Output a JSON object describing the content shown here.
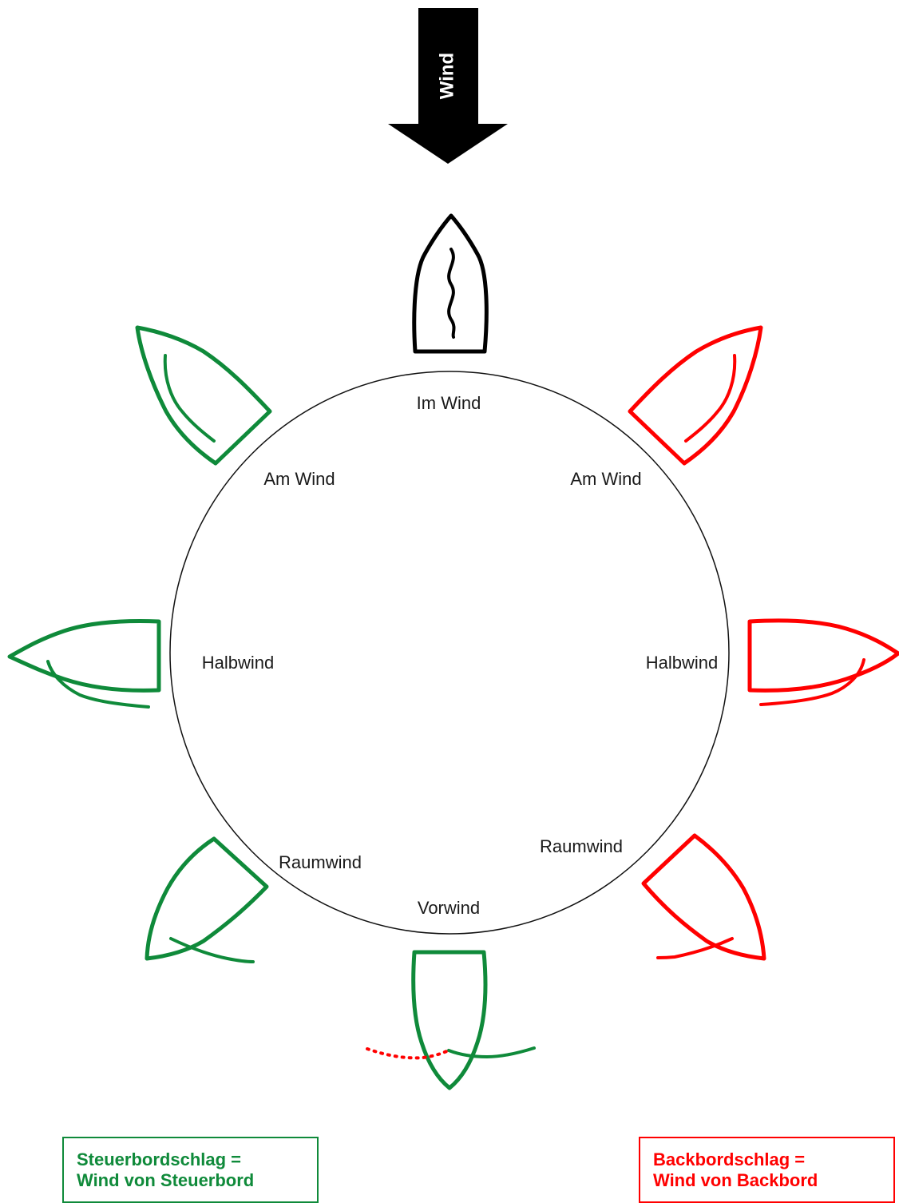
{
  "wind": {
    "label": "Wind"
  },
  "positions": {
    "im_wind": "Im Wind",
    "am_wind_left": "Am Wind",
    "am_wind_right": "Am Wind",
    "halbwind_left": "Halbwind",
    "halbwind_right": "Halbwind",
    "raumwind_left": "Raumwind",
    "raumwind_right": "Raumwind",
    "vorwind": "Vorwind"
  },
  "legend": {
    "starboard": {
      "line1": "Steuerbordschlag =",
      "line2": "Wind von Steuerbord"
    },
    "port": {
      "line1": "Backbordschlag =",
      "line2": "Wind von Backbord"
    }
  },
  "colors": {
    "starboard": "#0f8a3a",
    "port": "#ff0000",
    "neutral": "#000000"
  }
}
